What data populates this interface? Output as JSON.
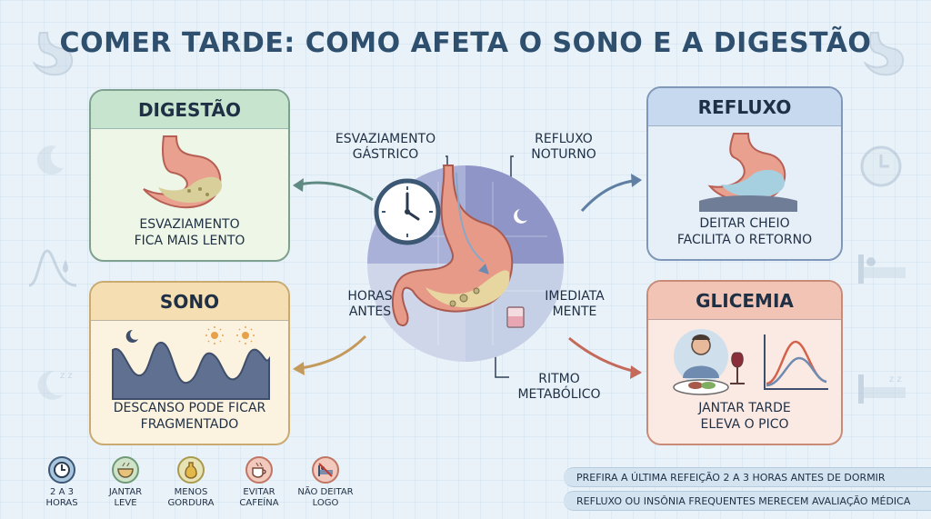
{
  "title": "COMER TARDE: COMO AFETA O SONO E A DIGESTÃO",
  "panels": {
    "digestao": {
      "heading": "DIGESTÃO",
      "caption_line1": "ESVAZIAMENTO",
      "caption_line2": "FICA MAIS LENTO"
    },
    "refluxo": {
      "heading": "REFLUXO",
      "caption_line1": "DEITAR CHEIO",
      "caption_line2": "FACILITA O RETORNO"
    },
    "sono": {
      "heading": "SONO",
      "caption_line1": "DESCANSO PODE FICAR",
      "caption_line2": "FRAGMENTADO"
    },
    "glicemia": {
      "heading": "GLICEMIA",
      "caption_line1": "JANTAR TARDE",
      "caption_line2": "ELEVA O PICO"
    }
  },
  "center_labels": {
    "esvaziamento_line1": "ESVAZIAMENTO",
    "esvaziamento_line2": "GÁSTRICO",
    "refluxo_line1": "REFLUXO",
    "refluxo_line2": "NOTURNO",
    "horas_line1": "HORAS",
    "horas_line2": "ANTES",
    "imediata_line1": "IMEDIATA",
    "imediata_line2": "MENTE",
    "ritmo_line1": "RITMO",
    "ritmo_line2": "METABÓLICO"
  },
  "tips": [
    {
      "line1": "2 A 3",
      "line2": "HORAS",
      "icon": "clock-icon",
      "color": "#a9c6de"
    },
    {
      "line1": "JANTAR",
      "line2": "LEVE",
      "icon": "bowl-icon",
      "color": "#cfe3c8"
    },
    {
      "line1": "MENOS",
      "line2": "GORDURA",
      "icon": "oil-bottle-icon",
      "color": "#e8e3b4"
    },
    {
      "line1": "EVITAR",
      "line2": "CAFEÍNA",
      "icon": "coffee-cup-icon",
      "color": "#f1c9bd"
    },
    {
      "line1": "NÃO DEITAR",
      "line2": "LOGO",
      "icon": "bed-icon",
      "color": "#f1c9bd"
    }
  ],
  "notes": [
    "PREFIRA A ÚLTIMA REFEIÇÃO 2 A 3 HORAS ANTES DE DORMIR",
    "REFLUXO OU INSÔNIA FREQUENTES MERECEM AVALIAÇÃO MÉDICA"
  ],
  "colors": {
    "title": "#2f4f6e",
    "digestao": "#c7e4cf",
    "refluxo": "#c7d9ef",
    "sono": "#f5dfb2",
    "glicemia": "#f1c4b5",
    "stomach": "#e9a08e"
  }
}
